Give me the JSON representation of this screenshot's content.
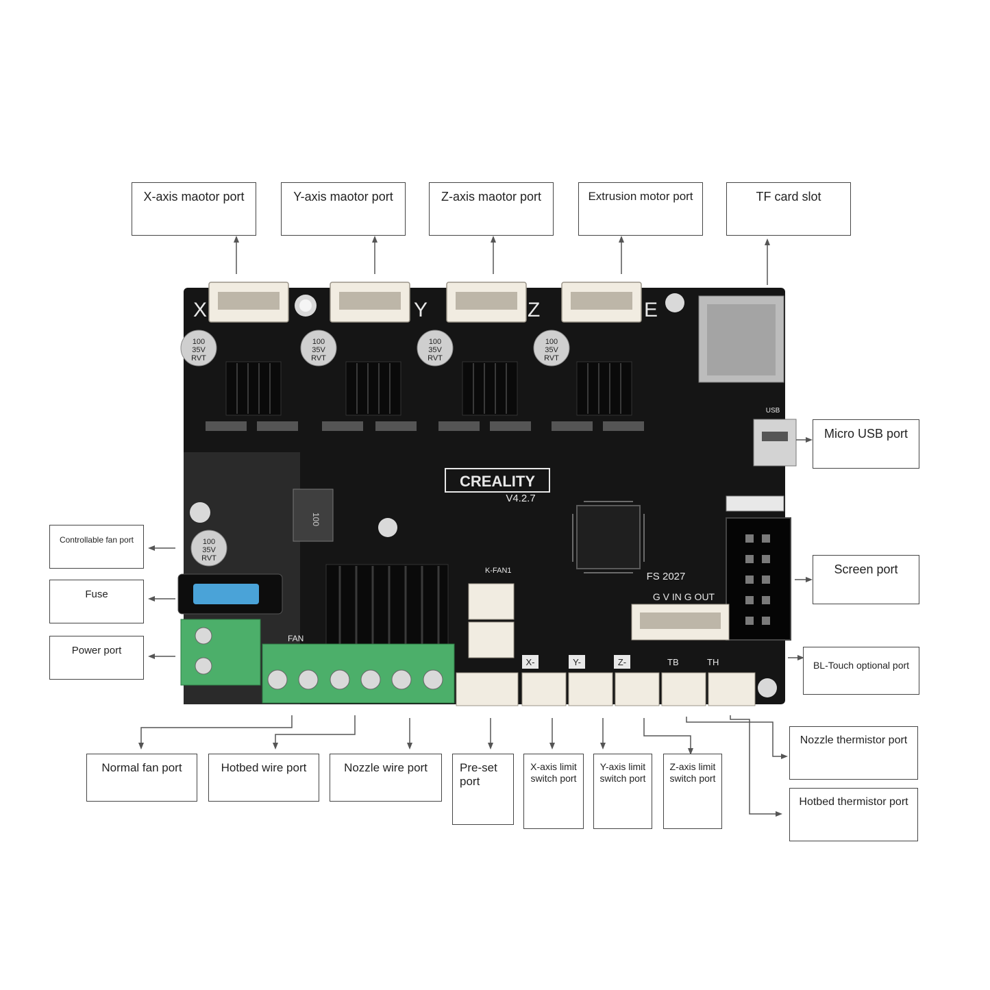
{
  "labels": {
    "x_motor": "X-axis maotor port",
    "y_motor": "Y-axis maotor port",
    "z_motor": "Z-axis maotor port",
    "e_motor": "Extrusion motor port",
    "tf_slot": "TF card slot",
    "micro_usb": "Micro USB port",
    "screen": "Screen port",
    "bltouch": "BL-Touch optional port",
    "nozzle_therm": "Nozzle thermistor port",
    "hotbed_therm": "Hotbed thermistor port",
    "ctrl_fan": "Controllable fan port",
    "fuse": "Fuse",
    "power": "Power port",
    "normal_fan": "Normal fan port",
    "hotbed_wire": "Hotbed wire port",
    "nozzle_wire": "Nozzle wire port",
    "preset": "Pre-set port",
    "x_limit": "X-axis limit switch port",
    "y_limit": "Y-axis limit switch port",
    "z_limit": "Z-axis limit switch port"
  },
  "board": {
    "brand": "CREALITY",
    "version": "V4.2.7",
    "axis_x": "X",
    "axis_y": "Y",
    "axis_z": "Z",
    "axis_e": "E",
    "cap_text_1": "100",
    "cap_text_2": "35V",
    "cap_text_3": "RVT",
    "usb": "USB",
    "fs": "FS 2027",
    "bl_pins": "G  V  IN  G  OUT",
    "x_minus": "X-",
    "y_minus": "Y-",
    "z_minus": "Z-",
    "tb": "TB",
    "th": "TH",
    "fan": "FAN",
    "kfan1": "K-FAN1",
    "inductor": "100"
  },
  "colors": {
    "pcb": "#141414",
    "connector": "#f1ece1",
    "terminal": "#4caf6a",
    "heatsink": "#0c0c0c",
    "fuse": "#4aa3d8"
  }
}
